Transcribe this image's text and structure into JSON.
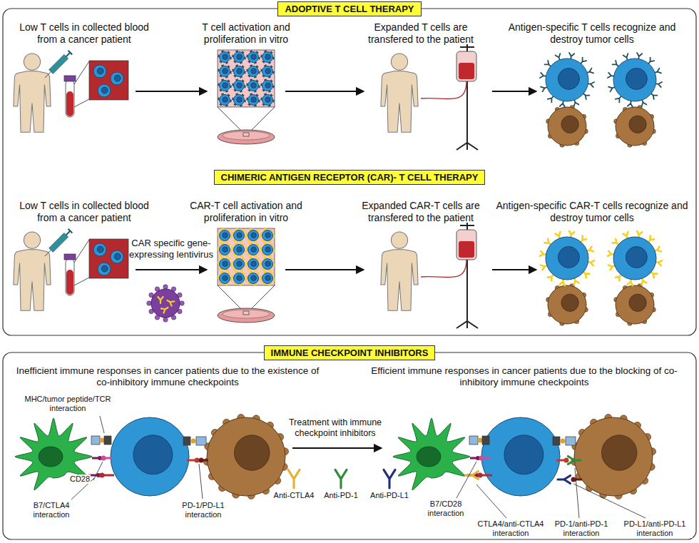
{
  "diagram": {
    "nodes": [
      {
        "text": [
          "ADOPTIVE T CELL THERAPY"
        ]
      },
      {
        "text": [
          "CHIMERIC ANTIGEN RECEPTOR (CAR)- T CELL THERAPY"
        ]
      },
      {
        "text": [
          "IMMUNE CHECKPOINT INHIBITORS"
        ]
      }
    ],
    "labels": [
      "Low T cells in collected blood from a cancer patient",
      "T cell activation and proliferation in vitro",
      "Expanded T cells are transfered to the patient",
      "Antigen-specific T cells recognize and destroy tumor cells",
      "Low T cells in collected blood from a cancer patient",
      "CAR specific gene-expressing lentivirus",
      "CAR-T cell activation and proliferation in vitro",
      "Expanded CAR-T cells are transfered to the patient",
      "Antigen-specific CAR-T cells recognize and destroy tumor cells",
      "Inefficient immune responses in cancer patients due to the existence of co-inhibitory immune checkpoints",
      "Efficient immune responses in cancer patients due to the blocking of co-inhibitory immune checkpoints",
      "MHC/tumor peptide/TCR interaction",
      "CD28",
      "B7/CTLA4 interaction",
      "PD-1/PD-L1 interaction",
      "Treatment with immune checkpoint inhibitors",
      "Anti-CTLA4",
      "Anti-PD-1",
      "Anti-PD-L1",
      "B7/CD28 interaction",
      "CTLA4/anti-CTLA4 interaction",
      "PD-1/anti-PD-1 interaction",
      "PD-L1/anti-PD-L1 interaction"
    ]
  }
}
